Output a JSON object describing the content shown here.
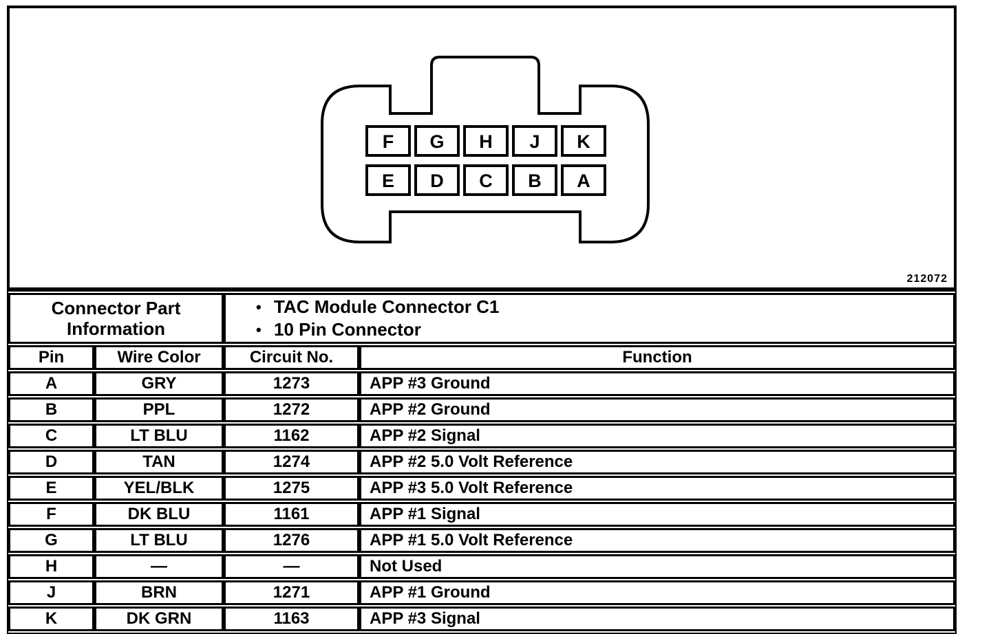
{
  "figure": {
    "figure_number": "212072",
    "connector": {
      "top_row_pins": [
        "F",
        "G",
        "H",
        "J",
        "K"
      ],
      "bottom_row_pins": [
        "E",
        "D",
        "C",
        "B",
        "A"
      ]
    }
  },
  "table": {
    "part_info_heading": [
      "Connector Part",
      "Information"
    ],
    "bullet_char": "•",
    "bullets": [
      "TAC Module Connector C1",
      "10 Pin Connector"
    ],
    "columns": [
      "Pin",
      "Wire Color",
      "Circuit No.",
      "Function"
    ],
    "rows": [
      {
        "pin": "A",
        "wire_color": "GRY",
        "circuit_no": "1273",
        "function": "APP #3 Ground"
      },
      {
        "pin": "B",
        "wire_color": "PPL",
        "circuit_no": "1272",
        "function": "APP #2 Ground"
      },
      {
        "pin": "C",
        "wire_color": "LT BLU",
        "circuit_no": "1162",
        "function": "APP #2 Signal"
      },
      {
        "pin": "D",
        "wire_color": "TAN",
        "circuit_no": "1274",
        "function": "APP #2 5.0 Volt Reference"
      },
      {
        "pin": "E",
        "wire_color": "YEL/BLK",
        "circuit_no": "1275",
        "function": "APP #3 5.0 Volt Reference"
      },
      {
        "pin": "F",
        "wire_color": "DK BLU",
        "circuit_no": "1161",
        "function": "APP #1 Signal"
      },
      {
        "pin": "G",
        "wire_color": "LT BLU",
        "circuit_no": "1276",
        "function": "APP #1 5.0 Volt Reference"
      },
      {
        "pin": "H",
        "wire_color": "—",
        "circuit_no": "—",
        "function": "Not Used"
      },
      {
        "pin": "J",
        "wire_color": "BRN",
        "circuit_no": "1271",
        "function": "APP #1 Ground"
      },
      {
        "pin": "K",
        "wire_color": "DK GRN",
        "circuit_no": "1163",
        "function": "APP #3 Signal"
      }
    ]
  },
  "colors": {
    "ink": "#000000",
    "paper": "#ffffff"
  }
}
